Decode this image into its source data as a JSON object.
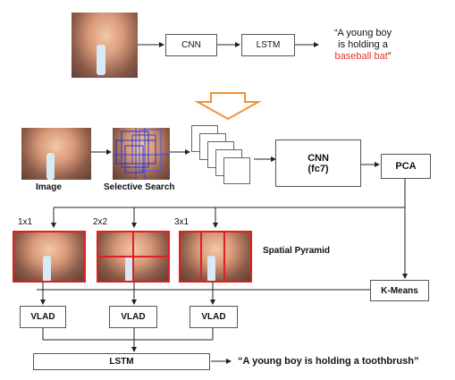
{
  "top": {
    "cnn": "CNN",
    "lstm": "LSTM",
    "caption_line1": "“A young boy",
    "caption_line2": "is holding a",
    "caption_highlight": "baseball bat",
    "caption_end": "”"
  },
  "bottom": {
    "image_label": "Image",
    "selective_search_label": "Selective Search",
    "cnn_label": "CNN",
    "cnn_sub": "(fc7)",
    "pca": "PCA",
    "pyramid_labels": [
      "1x1",
      "2x2",
      "3x1"
    ],
    "spatial_pyramid": "Spatial Pyramid",
    "kmeans": "K-Means",
    "vlad": "VLAD",
    "lstm": "LSTM",
    "output": "“A young boy is holding a toothbrush”"
  },
  "colors": {
    "highlight": "#e8342a",
    "arrow_orange": "#f0913a",
    "grid_red": "#e02020"
  }
}
